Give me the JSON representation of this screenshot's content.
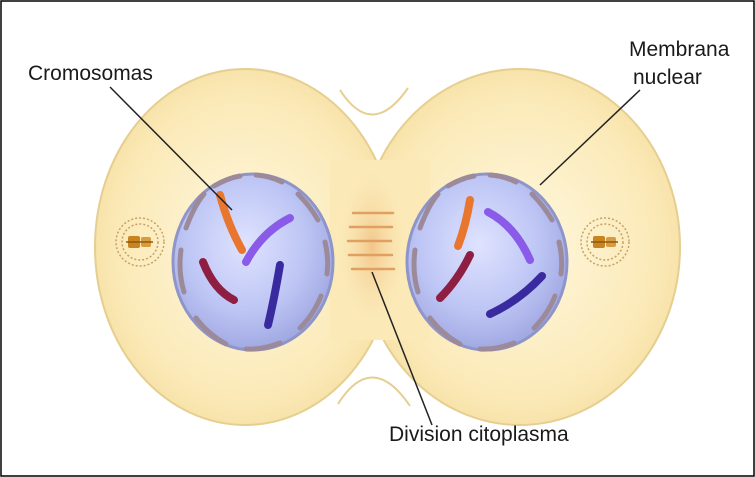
{
  "labels": {
    "chromosomes": "Cromosomas",
    "membrane_line1": "Membrana",
    "membrane_line2": "nuclear",
    "cytoplasm_division": "Division citoplasma"
  },
  "colors": {
    "cytoplasm": "#fbeab8",
    "cell_outline": "#e8d49a",
    "nucleus": "#b9c2f3",
    "nucleus_outline": "#8f95c9",
    "membrane_fragment": "#9c8a9a",
    "division_lines": "#e0a060",
    "chromosome_orange": "#e8762e",
    "chromosome_violet": "#8a5ae8",
    "chromosome_maroon": "#8e1f42",
    "chromosome_navy": "#3a2aa0",
    "centrosome": "#c98420"
  }
}
